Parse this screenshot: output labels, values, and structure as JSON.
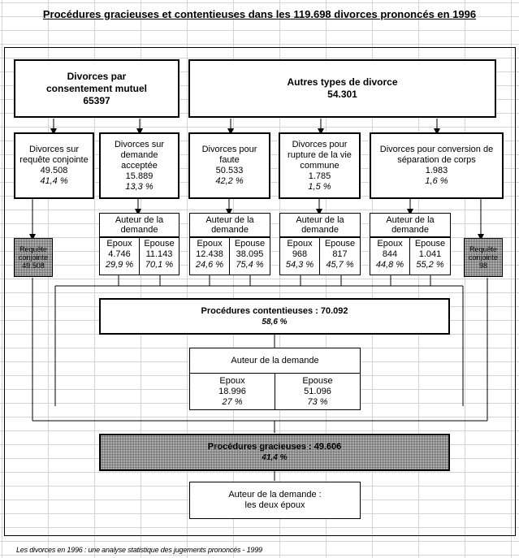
{
  "title": "Procédures gracieuses et contentieuses dans les 119.698 divorces prononcés en 1996",
  "mutuel": {
    "line1": "Divorces par",
    "line2": "consentement mutuel",
    "count": "65397"
  },
  "autres": {
    "label": "Autres types de divorce",
    "count": "54.301"
  },
  "requete_conjointe": {
    "line1": "Divorces sur",
    "line2": "requête conjointe",
    "count": "49.508",
    "pct": "41,4 %"
  },
  "demande_acceptee": {
    "line1": "Divorces sur",
    "line2": "demande",
    "line3": "acceptée",
    "count": "15.889",
    "pct": "13,3 %"
  },
  "faute": {
    "line1": "Divorces pour",
    "line2": "faute",
    "count": "50.533",
    "pct": "42,2 %"
  },
  "rupture": {
    "line1": "Divorces pour",
    "line2": "rupture de la vie",
    "line3": "commune",
    "count": "1.785",
    "pct": "1,5 %"
  },
  "conversion": {
    "line1": "Divorces pour conversion de",
    "line2": "séparation de corps",
    "count": "1.983",
    "pct": "1,6 %"
  },
  "auteur_label": {
    "line1": "Auteur de la",
    "line2": "demande"
  },
  "epoux_label": "Epoux",
  "epouse_label": "Epouse",
  "splits": [
    {
      "epoux": "4.746",
      "epoux_pct": "29,9 %",
      "epouse": "11.143",
      "epouse_pct": "70,1 %"
    },
    {
      "epoux": "12.438",
      "epoux_pct": "24,6 %",
      "epouse": "38.095",
      "epouse_pct": "75,4 %"
    },
    {
      "epoux": "968",
      "epoux_pct": "54,3 %",
      "epouse": "817",
      "epouse_pct": "45,7 %"
    },
    {
      "epoux": "844",
      "epoux_pct": "44,8 %",
      "epouse": "1.041",
      "epouse_pct": "55,2 %"
    }
  ],
  "req_left": {
    "line1": "Requête",
    "line2": "conjointe",
    "count": "49.508"
  },
  "req_right": {
    "line1": "Requête",
    "line2": "conjointe",
    "count": "98"
  },
  "contentieuses": {
    "label": "Procédures contentieuses : 70.092",
    "pct": "58,6 %"
  },
  "auteur_total": {
    "label": "Auteur de la demande",
    "epoux": "Epoux",
    "epoux_count": "18.996",
    "epoux_pct": "27 %",
    "epouse": "Epouse",
    "epouse_count": "51.096",
    "epouse_pct": "73 %"
  },
  "gracieuses": {
    "label": "Procédures gracieuses : 49.606",
    "pct": "41,4 %"
  },
  "auteur_final": {
    "line1": "Auteur de la demande :",
    "line2": "les deux époux"
  },
  "footer": "Les divorces en 1996 : une analyse statistique des jugements prononcés - 1999"
}
